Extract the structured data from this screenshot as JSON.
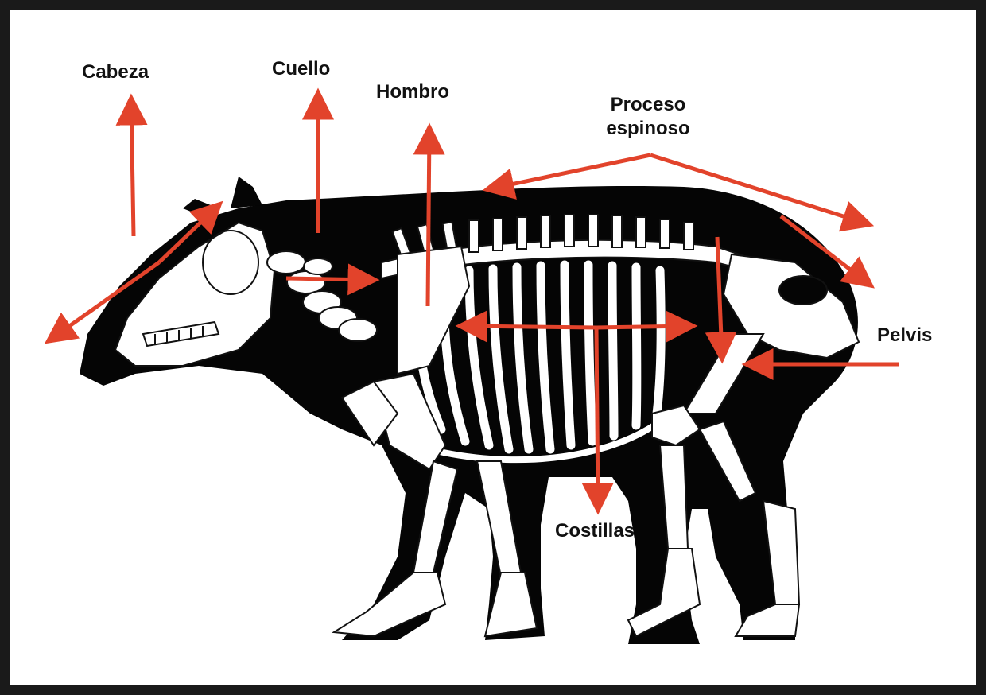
{
  "colors": {
    "frame": "#1a1a1a",
    "silhouette": "#050505",
    "bone": "#ffffff",
    "arrow": "#e2432b",
    "text": "#111111"
  },
  "labels": {
    "head": "Cabeza",
    "neck": "Cuello",
    "shoulder": "Hombro",
    "spinous_process_line1": "Proceso",
    "spinous_process_line2": "espinoso",
    "pelvis": "Pelvis",
    "ribs": "Costillas"
  }
}
